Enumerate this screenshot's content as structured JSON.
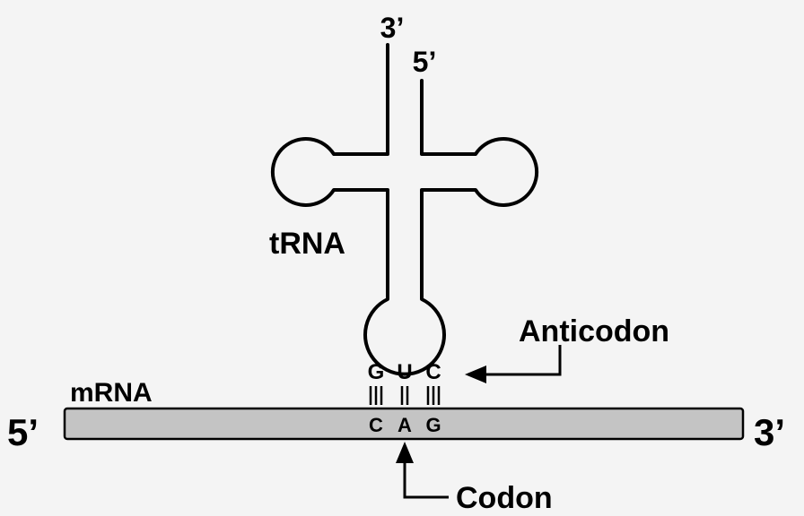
{
  "trna": {
    "label": "tRNA",
    "end_3prime": "3’",
    "end_5prime": "5’"
  },
  "mrna": {
    "label": "mRNA",
    "end_5prime": "5’",
    "end_3prime": "3’",
    "strand_color": "#c4c4c4"
  },
  "anticodon": {
    "label": "Anticodon",
    "bases": [
      "G",
      "U",
      "C"
    ]
  },
  "codon": {
    "label": "Codon",
    "bases": [
      "C",
      "A",
      "G"
    ]
  },
  "base_pairs": [
    {
      "top": "G",
      "bottom": "C",
      "hydrogen_bonds": 3
    },
    {
      "top": "U",
      "bottom": "A",
      "hydrogen_bonds": 2
    },
    {
      "top": "C",
      "bottom": "G",
      "hydrogen_bonds": 3
    }
  ]
}
